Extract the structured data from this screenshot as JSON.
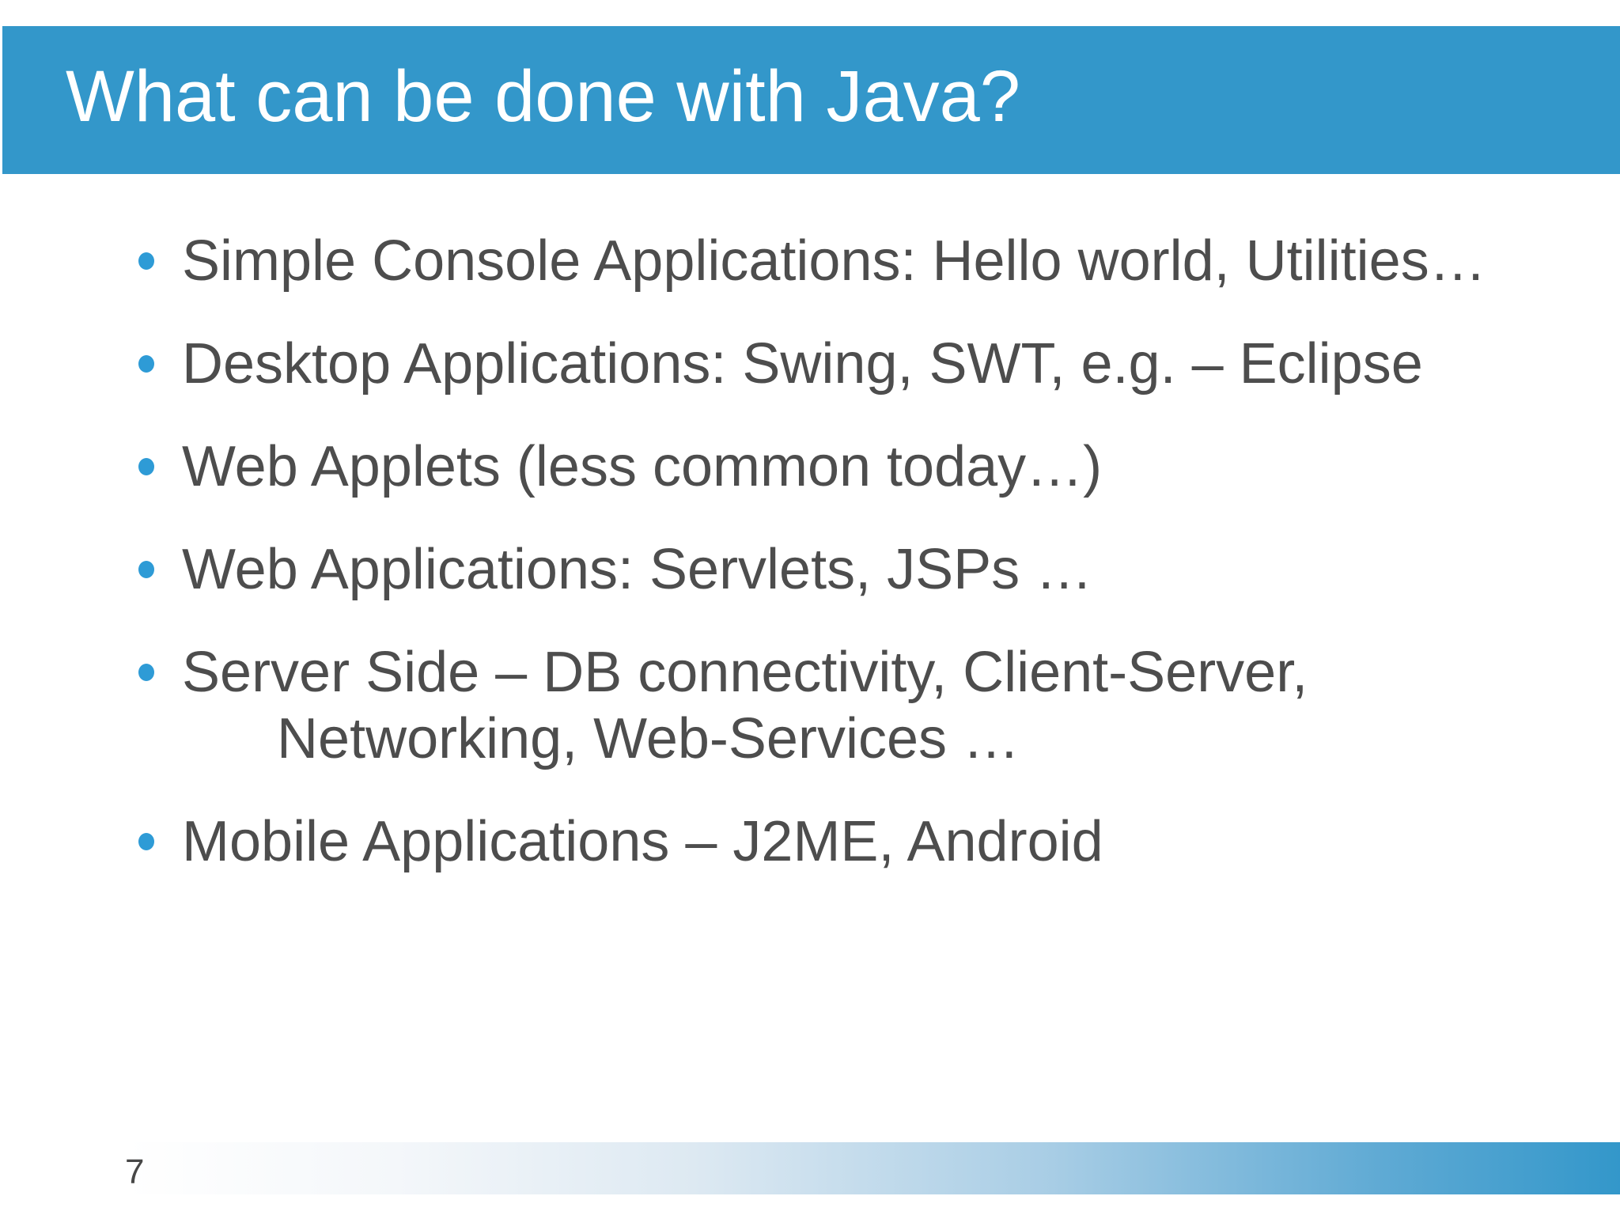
{
  "slide": {
    "title": "What can be done with Java?",
    "page_number": "7"
  },
  "colors": {
    "header_blue": "#3397ca",
    "bullet_blue": "#2e9bd6",
    "body_text": "#4d4d4d",
    "footer_gradient": "white to #3397ca"
  },
  "bullets": [
    {
      "text": "Simple Console Applications: Hello world, Utilities…"
    },
    {
      "text": "Desktop Applications: Swing, SWT, e.g. – Eclipse"
    },
    {
      "text": "Web Applets (less common today…)"
    },
    {
      "text": "Web Applications: Servlets, JSPs …"
    },
    {
      "text": "Server Side – DB connectivity, Client-Server,\n      Networking, Web-Services …"
    },
    {
      "text": "Mobile Applications – J2ME, Android"
    }
  ]
}
